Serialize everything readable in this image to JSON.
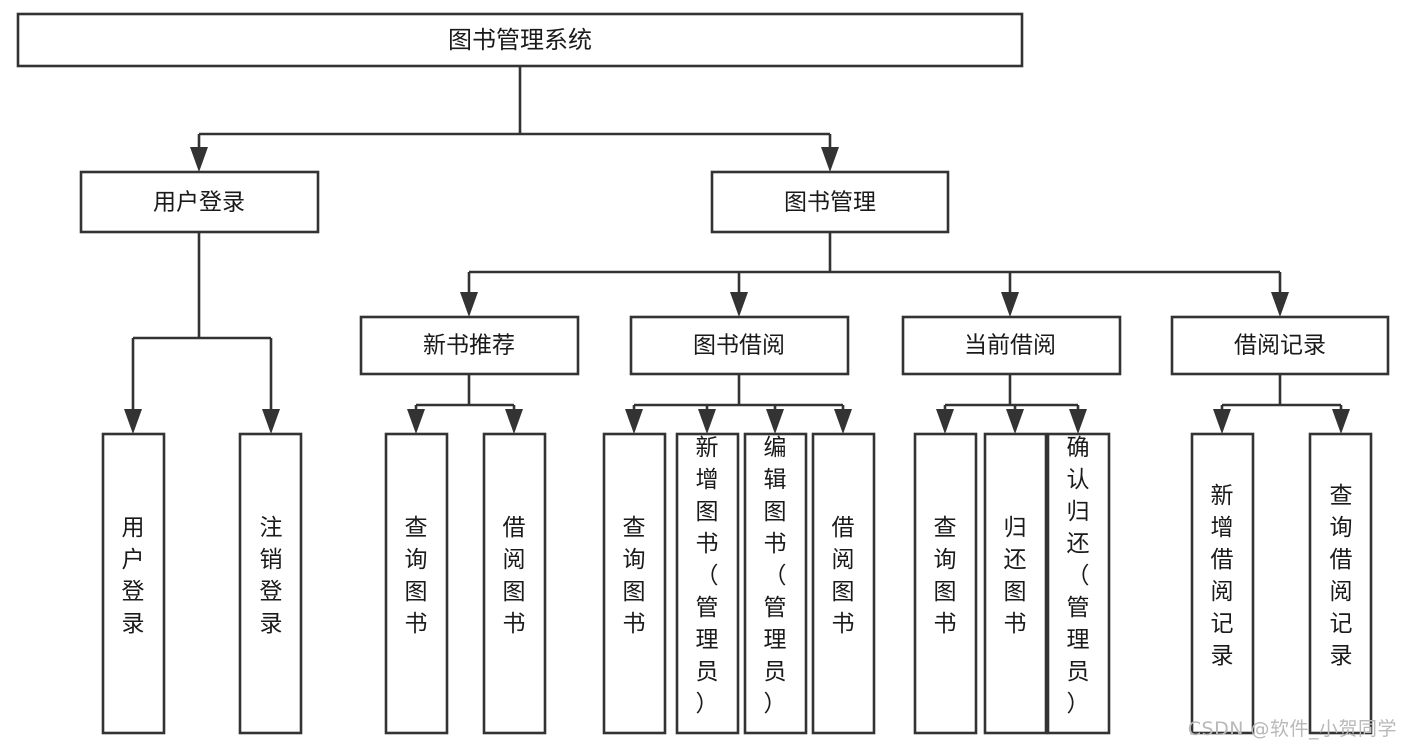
{
  "diagram": {
    "type": "tree",
    "title": "图书管理系统",
    "root": {
      "id": "root",
      "label": "图书管理系统"
    },
    "level2": [
      {
        "id": "user-login",
        "label": "用户登录"
      },
      {
        "id": "book-manage",
        "label": "图书管理"
      }
    ],
    "level3": [
      {
        "id": "new-book-recommend",
        "label": "新书推荐",
        "parent": "book-manage"
      },
      {
        "id": "book-borrow",
        "label": "图书借阅",
        "parent": "book-manage"
      },
      {
        "id": "current-borrow",
        "label": "当前借阅",
        "parent": "book-manage"
      },
      {
        "id": "borrow-record",
        "label": "借阅记录",
        "parent": "book-manage"
      }
    ],
    "leaves": {
      "user_login": [
        {
          "id": "leaf-user-login",
          "label": "用户登录"
        },
        {
          "id": "leaf-user-logout",
          "label": "注销登录"
        }
      ],
      "new_book_recommend": [
        {
          "id": "leaf-query-book-1",
          "label": "查询图书"
        },
        {
          "id": "leaf-borrow-book-1",
          "label": "借阅图书"
        }
      ],
      "book_borrow": [
        {
          "id": "leaf-query-book-2",
          "label": "查询图书"
        },
        {
          "id": "leaf-add-book",
          "label": "新增图书（管理员）"
        },
        {
          "id": "leaf-edit-book",
          "label": "编辑图书（管理员）"
        },
        {
          "id": "leaf-borrow-book-2",
          "label": "借阅图书"
        }
      ],
      "current_borrow": [
        {
          "id": "leaf-query-book-3",
          "label": "查询图书"
        },
        {
          "id": "leaf-return-book",
          "label": "归还图书"
        },
        {
          "id": "leaf-confirm-return",
          "label": "确认归还（管理员）"
        }
      ],
      "borrow_record": [
        {
          "id": "leaf-add-record",
          "label": "新增借阅记录"
        },
        {
          "id": "leaf-query-record",
          "label": "查询借阅记录"
        }
      ]
    }
  },
  "watermark": {
    "text": "CSDN @软件_小贺同学"
  },
  "colors": {
    "box_stroke": "#333333",
    "box_fill": "#ffffff",
    "text": "#1a1a1a",
    "watermark": "#b9b9b9",
    "background": "#ffffff"
  }
}
